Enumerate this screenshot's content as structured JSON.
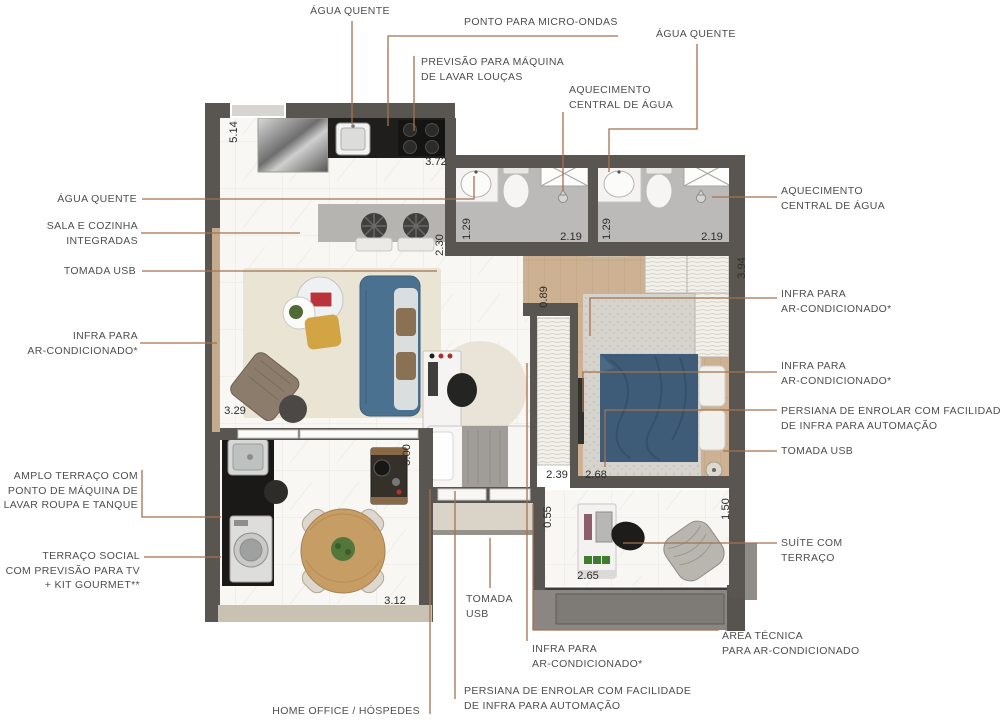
{
  "document": {
    "type": "apartment-floor-plan",
    "language": "pt-BR"
  },
  "colors": {
    "wall": "#595550",
    "leader_line": "#a5714f",
    "label_text": "#4e4e4e",
    "marble_floor": "#f8f7f4",
    "wood_floor": "#ccb193",
    "bathroom_floor": "#bcbab9",
    "living_rug": "#e9e4d4",
    "bedroom_rug": "#d6d3cc",
    "sofa_blue": "#4b7190",
    "bed_blue": "#3e5c77",
    "kitchen_counter": "#1c1b19",
    "dining_table_wood": "#c79d66",
    "terrace_railing": "#c9c1b2",
    "technical_area": "#8b8682"
  },
  "labels": {
    "agua_quente_top": {
      "lines": [
        "ÁGUA QUENTE"
      ]
    },
    "ponto_micro_ondas": {
      "lines": [
        "PONTO PARA MICRO-ONDAS"
      ]
    },
    "previsao_lava_loucas": {
      "lines": [
        "PREVISÃO PARA MÁQUINA",
        "DE LAVAR LOUÇAS"
      ]
    },
    "agua_quente_top_right": {
      "lines": [
        "ÁGUA QUENTE"
      ]
    },
    "aquecimento_central_top": {
      "lines": [
        "AQUECIMENTO",
        "CENTRAL DE ÁGUA"
      ]
    },
    "agua_quente_left": {
      "lines": [
        "ÁGUA QUENTE"
      ]
    },
    "sala_cozinha": {
      "lines": [
        "SALA E COZINHA",
        "INTEGRADAS"
      ]
    },
    "tomada_usb_left": {
      "lines": [
        "TOMADA USB"
      ]
    },
    "infra_ac_left": {
      "lines": [
        "INFRA PARA",
        "AR-CONDICIONADO*"
      ]
    },
    "amplo_terraco": {
      "lines": [
        "AMPLO TERRAÇO COM",
        "PONTO DE MÁQUINA DE",
        "LAVAR ROUPA E TANQUE"
      ]
    },
    "terraco_social": {
      "lines": [
        "TERRAÇO SOCIAL",
        "COM PREVISÃO PARA TV",
        "+ KIT GOURMET**"
      ]
    },
    "aquecimento_central_right": {
      "lines": [
        "AQUECIMENTO",
        "CENTRAL DE ÁGUA"
      ]
    },
    "infra_ac_right_1": {
      "lines": [
        "INFRA PARA",
        "AR-CONDICIONADO*"
      ]
    },
    "infra_ac_right_2": {
      "lines": [
        "INFRA PARA",
        "AR-CONDICIONADO*"
      ]
    },
    "persiana_right": {
      "lines": [
        "PERSIANA DE ENROLAR COM FACILIDADE",
        "DE INFRA PARA AUTOMAÇÃO"
      ]
    },
    "tomada_usb_right": {
      "lines": [
        "TOMADA USB"
      ]
    },
    "suite_terraco": {
      "lines": [
        "SUÍTE COM",
        "TERRAÇO"
      ]
    },
    "area_tecnica": {
      "lines": [
        "ÁREA TÉCNICA",
        "PARA AR-CONDICIONADO"
      ]
    },
    "tomada_usb_bottom": {
      "lines": [
        "TOMADA",
        "USB"
      ]
    },
    "infra_ac_bottom": {
      "lines": [
        "INFRA PARA",
        "AR-CONDICIONADO*"
      ]
    },
    "persiana_bottom": {
      "lines": [
        "PERSIANA DE ENROLAR COM FACILIDADE",
        "DE INFRA PARA AUTOMAÇÃO"
      ]
    },
    "home_office": {
      "lines": [
        "HOME OFFICE / HÓSPEDES"
      ]
    }
  },
  "dims": [
    {
      "value": "5.14",
      "orientation": "vertical"
    },
    {
      "value": "3.72",
      "orientation": "horizontal"
    },
    {
      "value": "2.30",
      "orientation": "vertical"
    },
    {
      "value": "1.29",
      "orientation": "vertical"
    },
    {
      "value": "2.19",
      "orientation": "horizontal"
    },
    {
      "value": "1.29",
      "orientation": "vertical"
    },
    {
      "value": "2.19",
      "orientation": "horizontal"
    },
    {
      "value": "3.94",
      "orientation": "vertical"
    },
    {
      "value": "0.89",
      "orientation": "vertical"
    },
    {
      "value": "3.29",
      "orientation": "horizontal"
    },
    {
      "value": "3.00",
      "orientation": "vertical"
    },
    {
      "value": "2.39",
      "orientation": "horizontal"
    },
    {
      "value": "2.68",
      "orientation": "horizontal"
    },
    {
      "value": "1.50",
      "orientation": "vertical"
    },
    {
      "value": "0.55",
      "orientation": "vertical"
    },
    {
      "value": "2.65",
      "orientation": "horizontal"
    },
    {
      "value": "3.12",
      "orientation": "horizontal"
    }
  ],
  "fixtures": [
    "kitchen-sink-icon",
    "cooktop-icon",
    "kitchen-island-icon",
    "bar-stool-icon",
    "washbasin-icon",
    "toilet-icon",
    "shower-head-icon",
    "shaft-window-icon",
    "double-bed-icon",
    "wardrobe-icon",
    "sofa-icon",
    "coffee-table-icon",
    "armchair-icon",
    "desk-icon",
    "office-chair-icon",
    "daybed-icon",
    "dining-table-icon",
    "dining-chair-icon",
    "washing-machine-icon",
    "laundry-tank-icon",
    "gourmet-cabinet-icon",
    "lounge-chair-icon",
    "power-outlet-icon",
    "tv-panel-icon"
  ]
}
